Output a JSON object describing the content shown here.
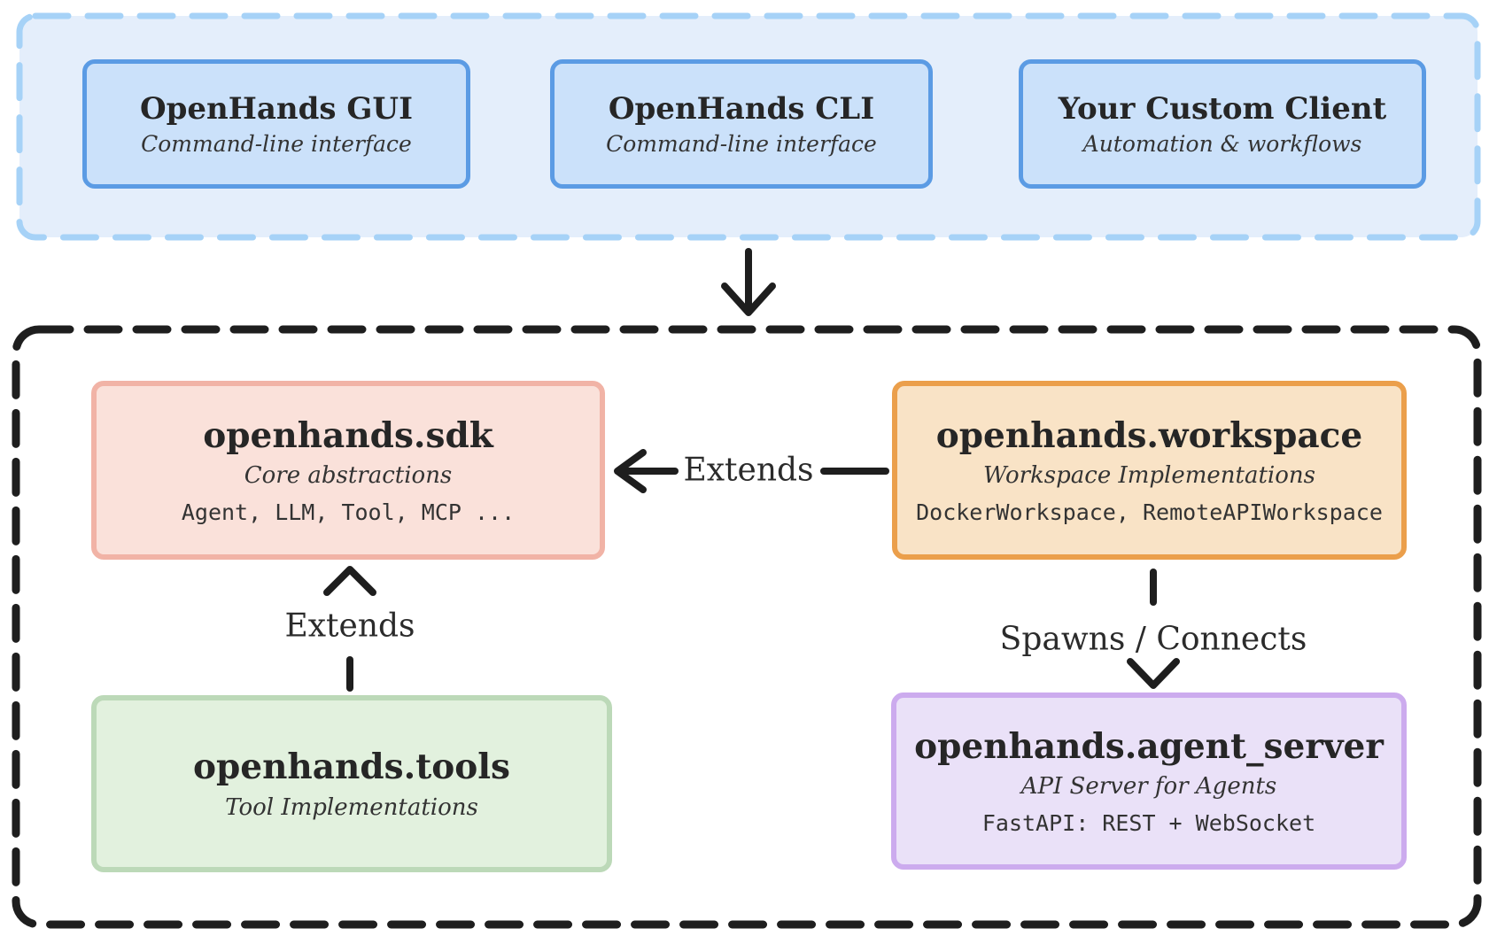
{
  "clients": {
    "boxes": [
      {
        "title": "OpenHands GUI",
        "subtitle": "Command-line interface"
      },
      {
        "title": "OpenHands CLI",
        "subtitle": "Command-line interface"
      },
      {
        "title": "Your Custom Client",
        "subtitle": "Automation & workflows"
      }
    ]
  },
  "core": {
    "sdk": {
      "title": "openhands.sdk",
      "subtitle": "Core abstractions",
      "code": "Agent, LLM, Tool, MCP ..."
    },
    "workspace": {
      "title": "openhands.workspace",
      "subtitle": "Workspace Implementations",
      "code": "DockerWorkspace, RemoteAPIWorkspace"
    },
    "tools": {
      "title": "openhands.tools",
      "subtitle": "Tool Implementations"
    },
    "agent_server": {
      "title": "openhands.agent_server",
      "subtitle": "API Server for Agents",
      "code": "FastAPI: REST + WebSocket"
    }
  },
  "connectors": {
    "workspace_to_sdk": "Extends",
    "tools_to_sdk": "Extends",
    "workspace_to_agent_server": "Spawns / Connects"
  },
  "colors": {
    "clients_container_fill": "#e4eefb",
    "clients_container_border": "#a6d2f7",
    "client_box_fill": "#cbe1fa",
    "client_box_border": "#5b9be4",
    "core_container_border": "#1e1e1e",
    "sdk_fill": "#fae1da",
    "sdk_border": "#f1b3a6",
    "workspace_fill": "#f9e3c6",
    "workspace_border": "#eb9f4b",
    "tools_fill": "#e2f1de",
    "tools_border": "#bcd9b8",
    "agent_server_fill": "#eae1f8",
    "agent_server_border": "#ccabee",
    "arrow": "#1e1e1e",
    "text": "#262626"
  }
}
